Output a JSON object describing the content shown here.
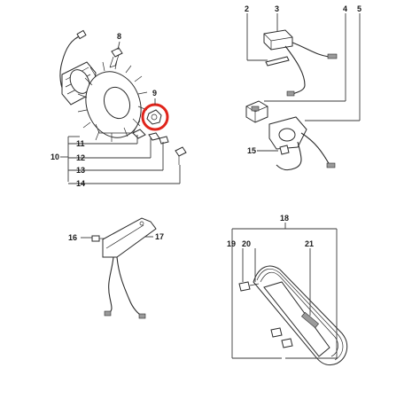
{
  "colors": {
    "line": "#3a3a3a",
    "highlight": "#e0241b",
    "background": "#ffffff"
  },
  "labels": {
    "l2": "2",
    "l3": "3",
    "l4": "4",
    "l5": "5",
    "l8": "8",
    "l9": "9",
    "l10": "10",
    "l11": "11",
    "l12": "12",
    "l13": "13",
    "l14": "14",
    "l15": "15",
    "l16": "16",
    "l17": "17",
    "l18": "18",
    "l19": "19",
    "l20": "20",
    "l21": "21"
  },
  "highlighted_part": "9"
}
